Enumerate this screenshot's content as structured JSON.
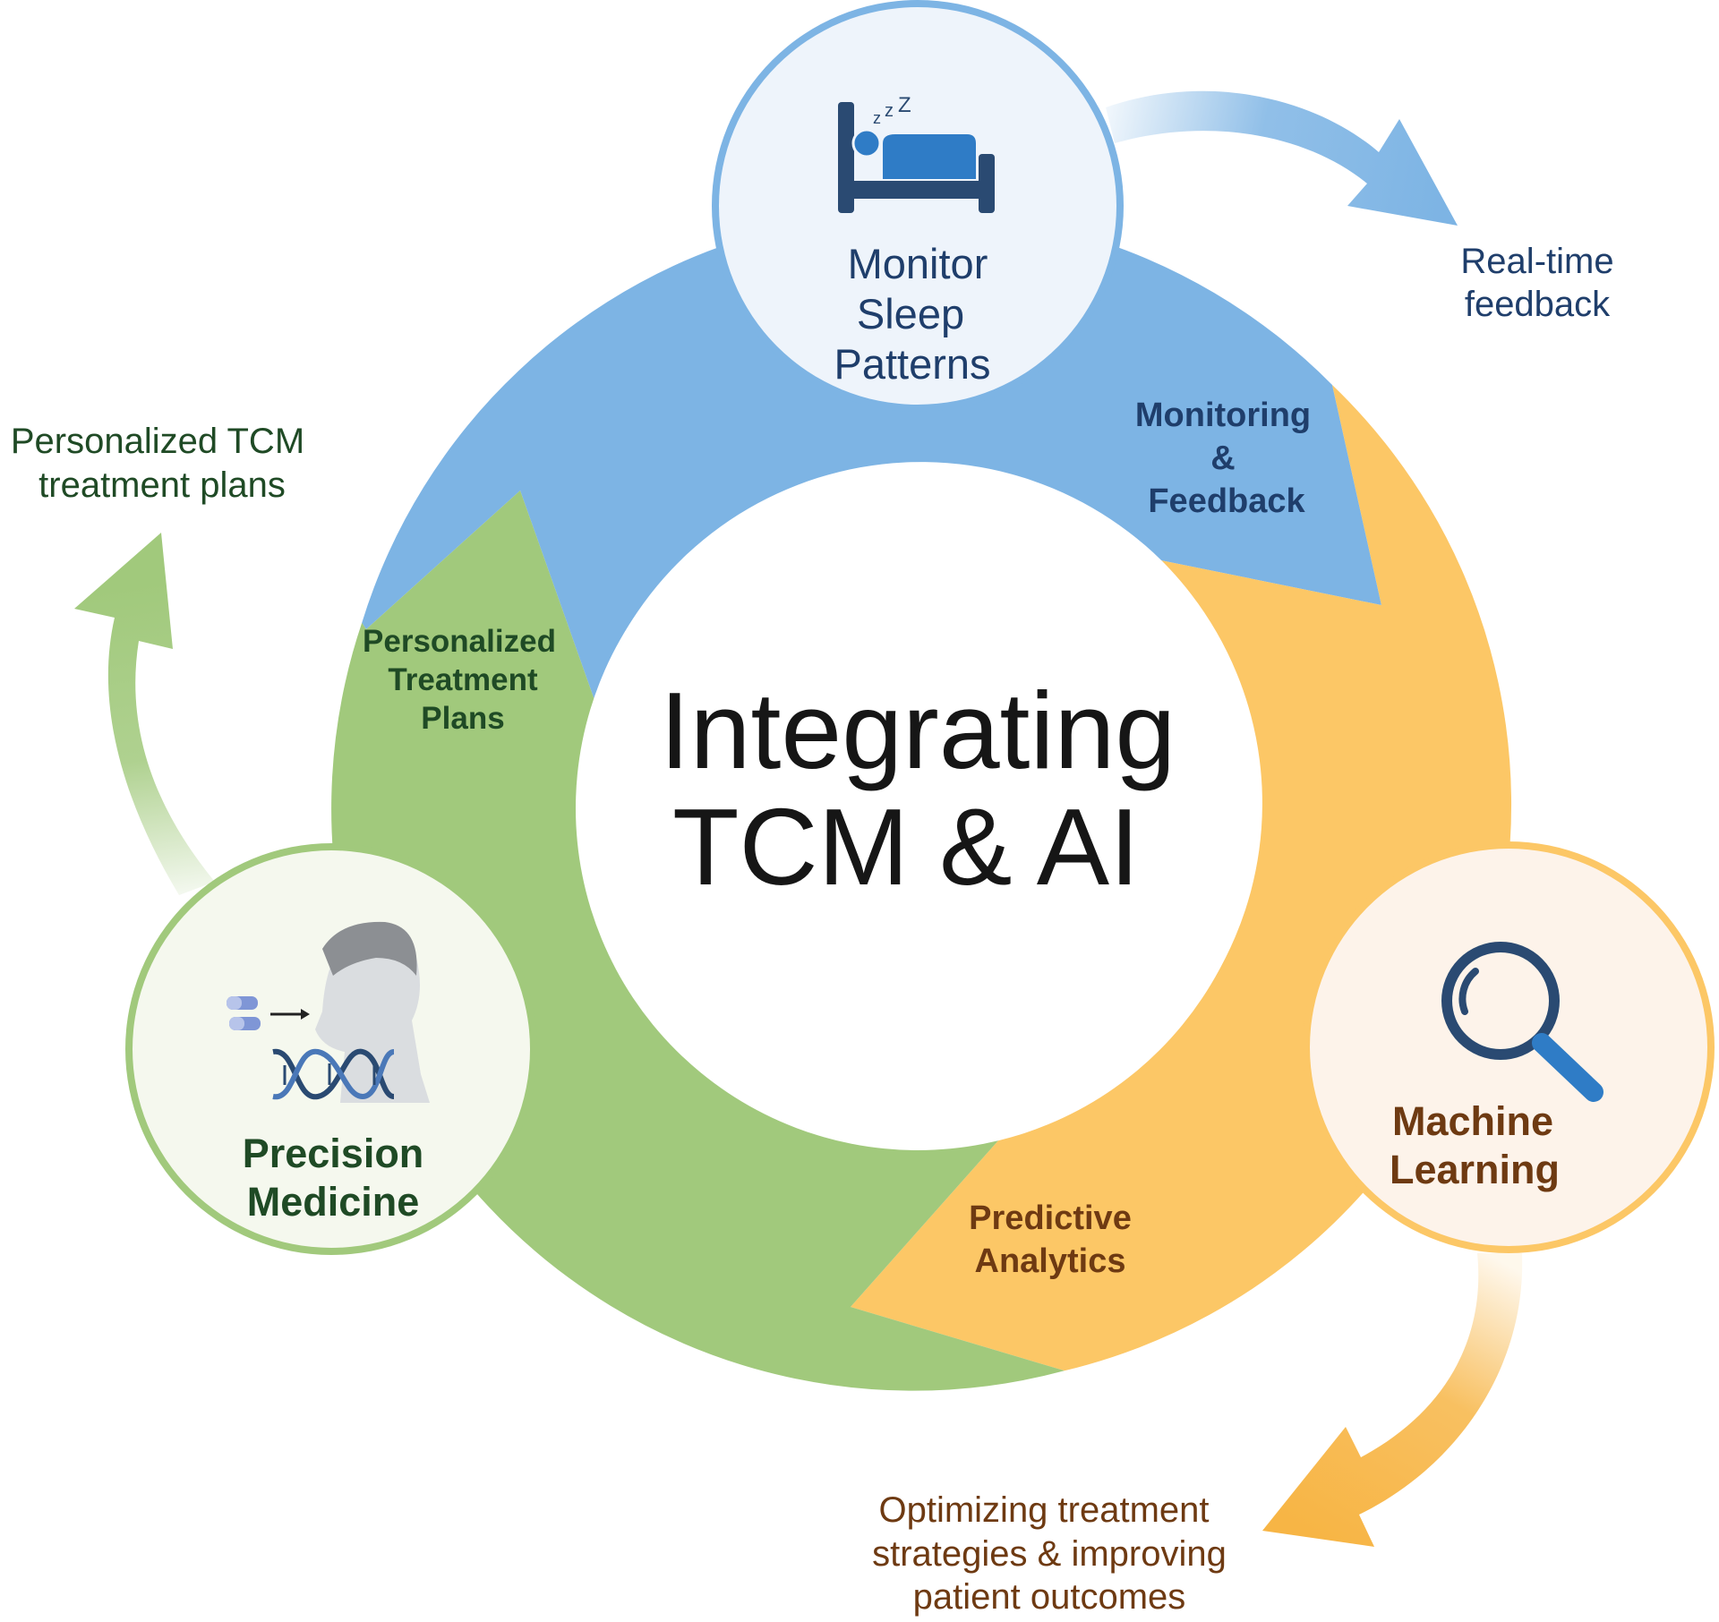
{
  "center": {
    "line1": "Integrating",
    "line2": "TCM & AI"
  },
  "nodes": {
    "sleep": {
      "lines": [
        "Monitor",
        "Sleep",
        "Patterns"
      ],
      "icon": "bed-sleep-icon"
    },
    "ml": {
      "lines": [
        "Machine",
        "Learning"
      ],
      "icon": "magnifier-icon"
    },
    "precision": {
      "lines": [
        "Precision",
        "Medicine"
      ],
      "icon": "patient-dna-icon"
    }
  },
  "segments": {
    "monitoring": {
      "lines": [
        "Monitoring",
        "&",
        "Feedback"
      ]
    },
    "predictive": {
      "lines": [
        "Predictive",
        "Analytics"
      ]
    },
    "personalized": {
      "lines": [
        "Personalized",
        "Treatment",
        "Plans"
      ]
    }
  },
  "outputs": {
    "realtime": {
      "lines": [
        "Real-time",
        "feedback"
      ]
    },
    "optimizing": {
      "lines": [
        "Optimizing treatment",
        "strategies & improving",
        "patient outcomes"
      ]
    },
    "tcm_plans": {
      "lines": [
        "Personalized TCM",
        "treatment plans"
      ]
    }
  },
  "colors": {
    "blue": "#7DB4E4",
    "blue_dark": "#1F3E6B",
    "orange": "#FCC766",
    "orange_dark": "#6E3A12",
    "green": "#A1C97C",
    "green_dark": "#1F4A25",
    "icon_navy": "#2A4A72",
    "icon_blue": "#2F7CC6"
  }
}
